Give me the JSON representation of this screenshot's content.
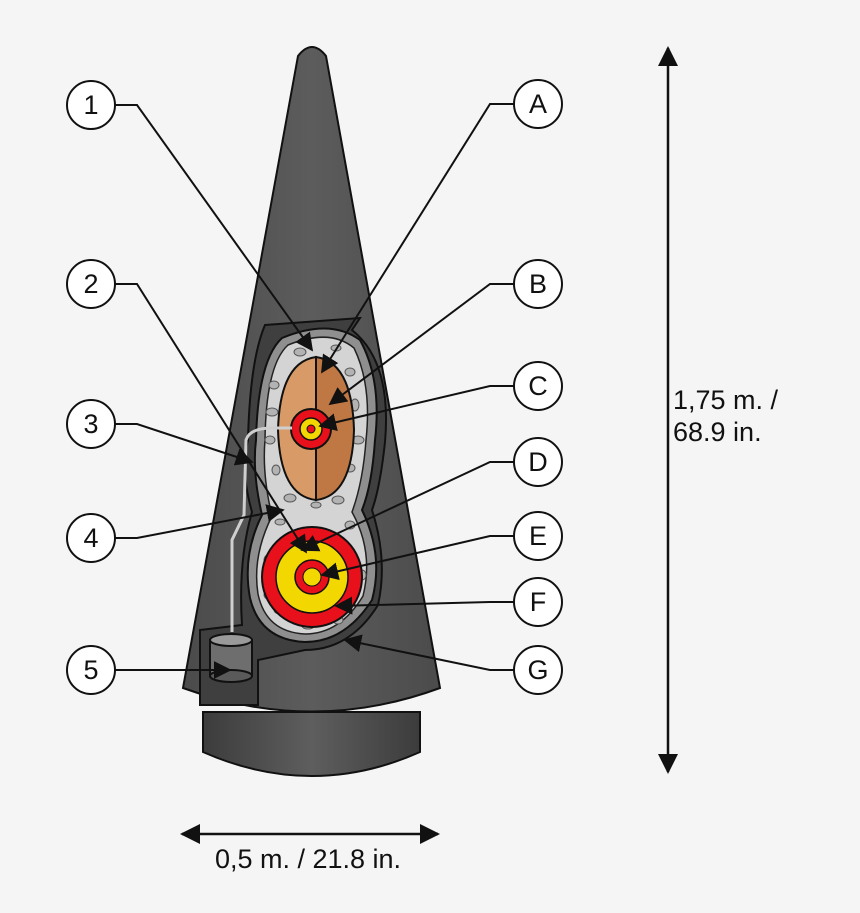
{
  "callouts_left": [
    "1",
    "2",
    "3",
    "4",
    "5"
  ],
  "callouts_right": [
    "A",
    "B",
    "C",
    "D",
    "E",
    "F",
    "G"
  ],
  "height_dimension": {
    "line1": "1,75 m. /",
    "line2": "68.9 in."
  },
  "width_dimension": "0,5 m. / 21.8 in.",
  "colors": {
    "background": "#f5f5f5",
    "cone": "#555555",
    "base": "#4a4a4a",
    "filler": "#d4d4d4",
    "secondary_light": "#d89a66",
    "secondary_dark": "#bf7844",
    "ring_red": "#e8101b",
    "core_yellow": "#f2d800",
    "outline": "#111111"
  }
}
